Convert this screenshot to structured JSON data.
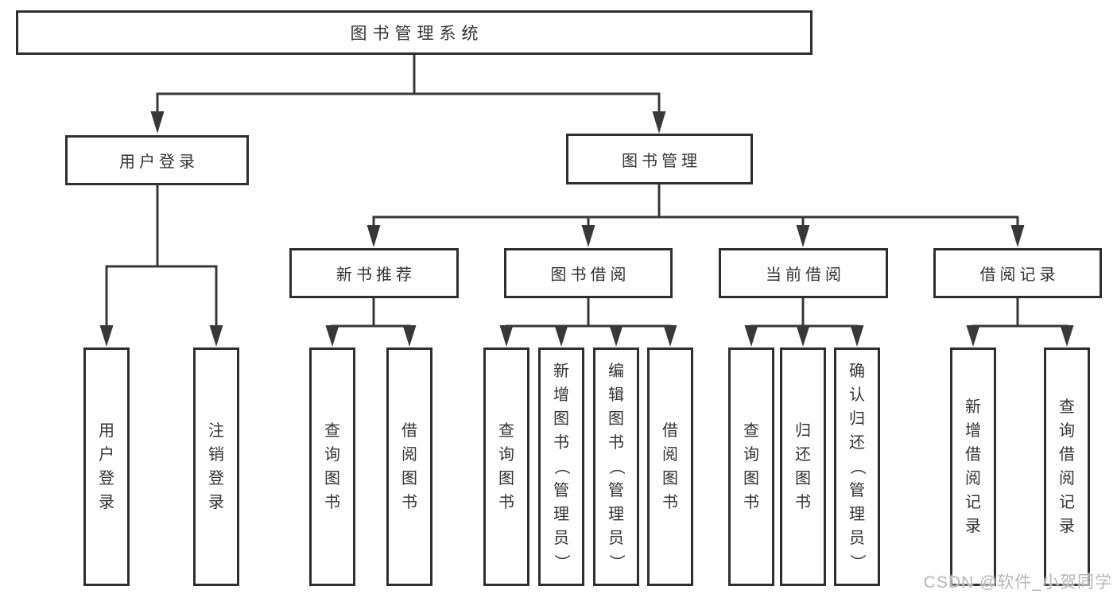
{
  "diagram_type": "hierarchy",
  "tree": {
    "label": "图书管理系统",
    "children": [
      {
        "label": "用户登录",
        "children": [
          {
            "label": "用户登录"
          },
          {
            "label": "注销登录"
          }
        ]
      },
      {
        "label": "图书管理",
        "children": [
          {
            "label": "新书推荐",
            "children": [
              {
                "label": "查询图书"
              },
              {
                "label": "借阅图书"
              }
            ]
          },
          {
            "label": "图书借阅",
            "children": [
              {
                "label": "查询图书"
              },
              {
                "label": "新增图书（管理员）"
              },
              {
                "label": "编辑图书（管理员）"
              },
              {
                "label": "借阅图书"
              }
            ]
          },
          {
            "label": "当前借阅",
            "children": [
              {
                "label": "查询图书"
              },
              {
                "label": "归还图书"
              },
              {
                "label": "确认归还（管理员）"
              }
            ]
          },
          {
            "label": "借阅记录",
            "children": [
              {
                "label": "新增借阅记录"
              },
              {
                "label": "查询借阅记录"
              }
            ]
          }
        ]
      }
    ]
  },
  "watermark": "CSDN @软件_小贺同学",
  "colors": {
    "line": "#383838",
    "text": "#333333",
    "box_border": "#2e2e2e",
    "box_bg": "#ffffff",
    "watermark": "#b7b7b7",
    "background": "#ffffff"
  }
}
